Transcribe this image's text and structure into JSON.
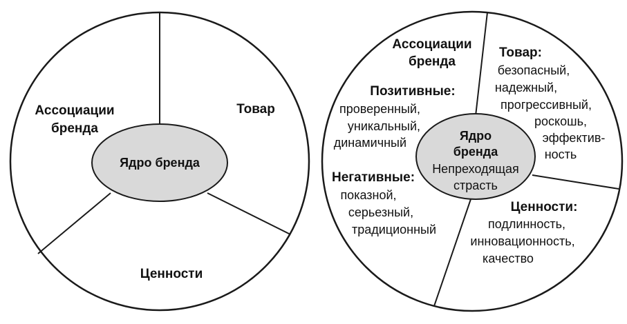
{
  "diagram_left": {
    "sectors": {
      "associations": [
        "Ассоциации",
        "бренда"
      ],
      "product": "Товар",
      "values": "Ценности"
    },
    "core": "Ядро бренда"
  },
  "diagram_right": {
    "associations_header": [
      "Ассоциации",
      "бренда"
    ],
    "positive_header": "Позитивные:",
    "positive_items": [
      "проверенный,",
      "уникальный,",
      "динамичный"
    ],
    "negative_header": "Негативные:",
    "negative_items": [
      "показной,",
      "серьезный,",
      "традиционный"
    ],
    "product_header": "Товар:",
    "product_items": [
      "безопасный,",
      "надежный,",
      "прогрессивный,",
      "роскошь,",
      "эффектив-",
      "ность"
    ],
    "values_header": "Ценности:",
    "values_items": [
      "подлинность,",
      "инновационность,",
      "качество"
    ],
    "core_title": [
      "Ядро",
      "бренда"
    ],
    "core_items": [
      "Непреходящая",
      "страсть"
    ]
  },
  "colors": {
    "line": "#1a1a1a",
    "core_fill": "#d9d9d9",
    "background": "#ffffff"
  }
}
